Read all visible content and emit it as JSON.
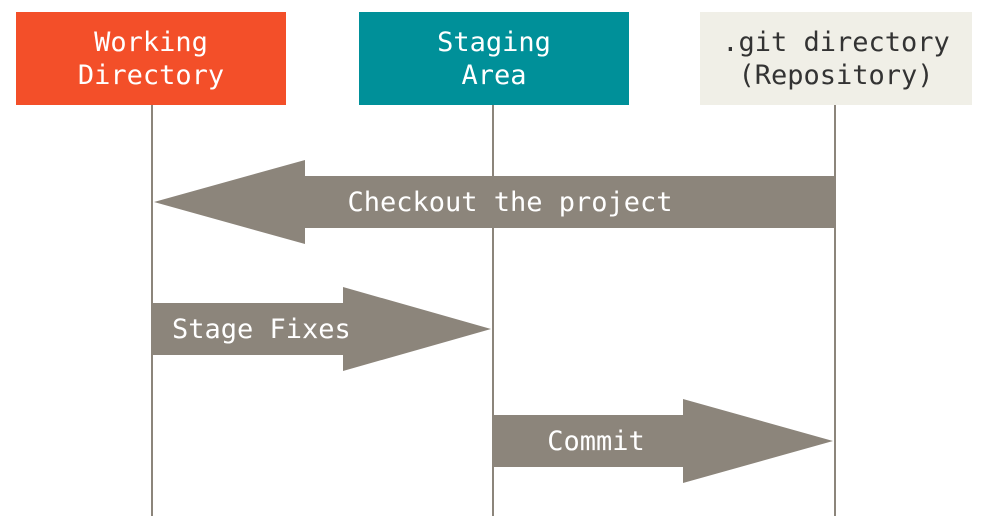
{
  "columns": [
    {
      "id": "working",
      "line1": "Working",
      "line2": "Directory",
      "color": "#f34f29",
      "text_color": "#ffffff"
    },
    {
      "id": "staging",
      "line1": "Staging",
      "line2": "Area",
      "color": "#009099",
      "text_color": "#ffffff"
    },
    {
      "id": "git",
      "line1": ".git directory",
      "line2": "(Repository)",
      "color": "#f0efe7",
      "text_color": "#333333"
    }
  ],
  "arrows": [
    {
      "id": "checkout",
      "label": "Checkout the project",
      "from": "git",
      "to": "working"
    },
    {
      "id": "stage",
      "label": "Stage Fixes",
      "from": "working",
      "to": "staging"
    },
    {
      "id": "commit",
      "label": "Commit",
      "from": "staging",
      "to": "git"
    }
  ],
  "colors": {
    "arrow": "#8c857b",
    "lifeline": "#8c857b"
  }
}
